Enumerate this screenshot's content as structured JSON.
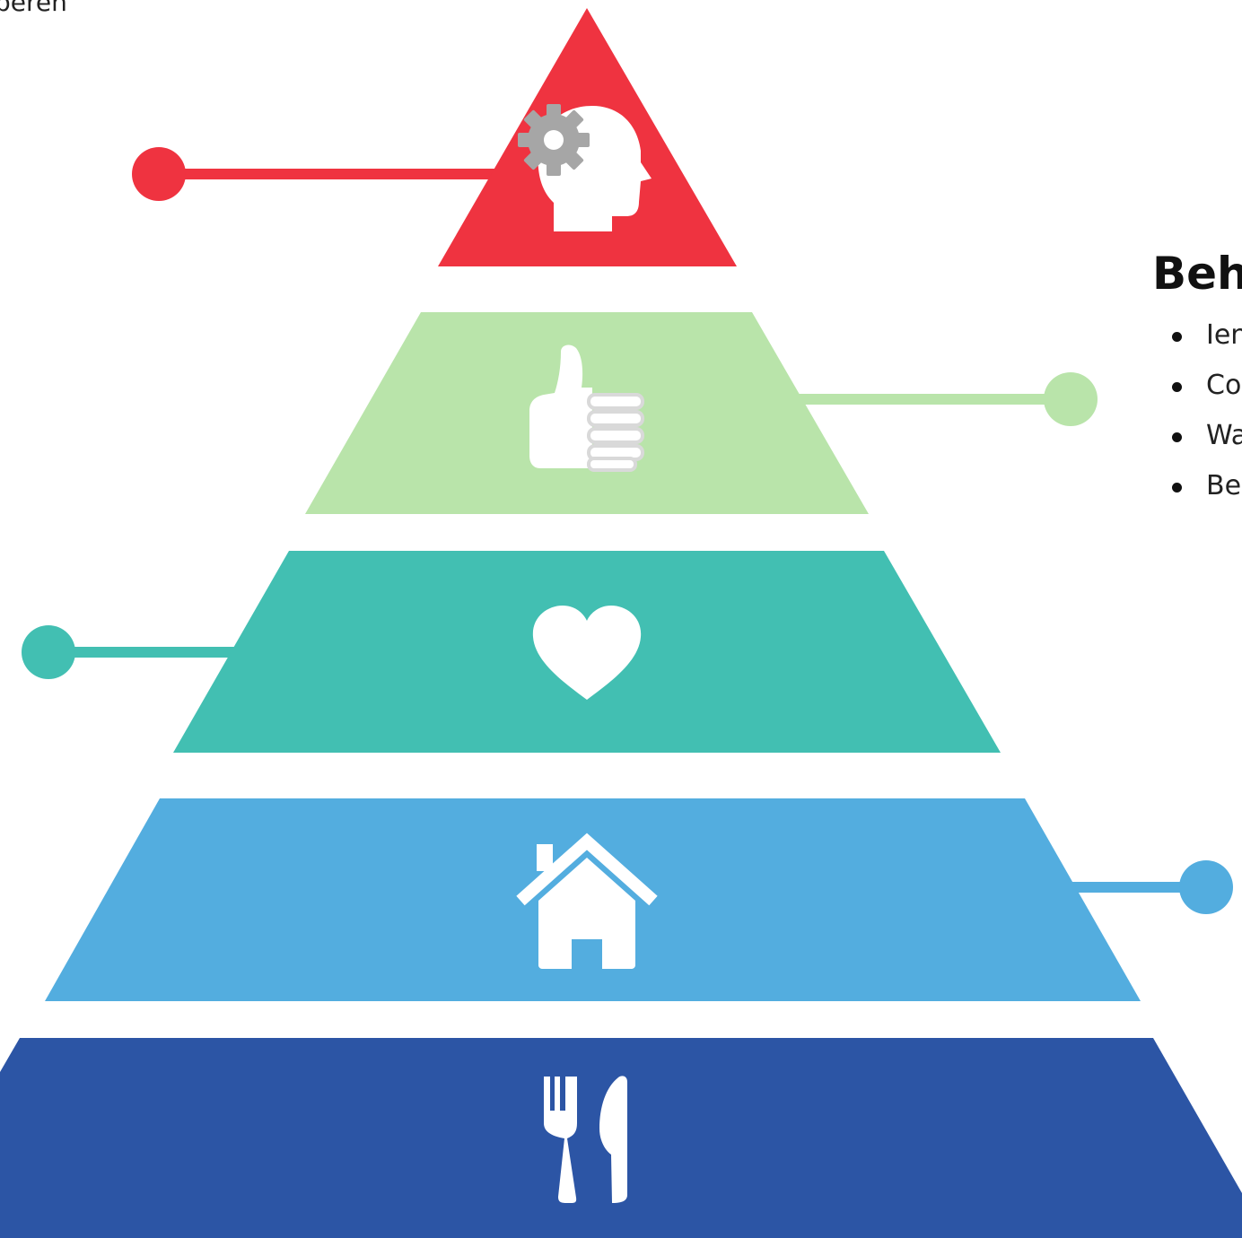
{
  "top_left_text": "beren",
  "side_panel": {
    "heading": "Beh",
    "items": [
      "Ien",
      "Co",
      "Wa",
      "Be"
    ]
  },
  "pyramid": {
    "levels": [
      {
        "name": "level-1-head-gear",
        "color": "#ef3340",
        "icon": "head-with-gear-icon"
      },
      {
        "name": "level-2-thumbs-up",
        "color": "#b9e4aa",
        "icon": "thumbs-up-icon"
      },
      {
        "name": "level-3-heart",
        "color": "#42bfb2",
        "icon": "heart-icon"
      },
      {
        "name": "level-4-house",
        "color": "#53addf",
        "icon": "house-icon"
      },
      {
        "name": "level-5-fork-knife",
        "color": "#2c55a5",
        "icon": "fork-and-knife-icon"
      }
    ],
    "gear_color": "#a6a6a6"
  }
}
